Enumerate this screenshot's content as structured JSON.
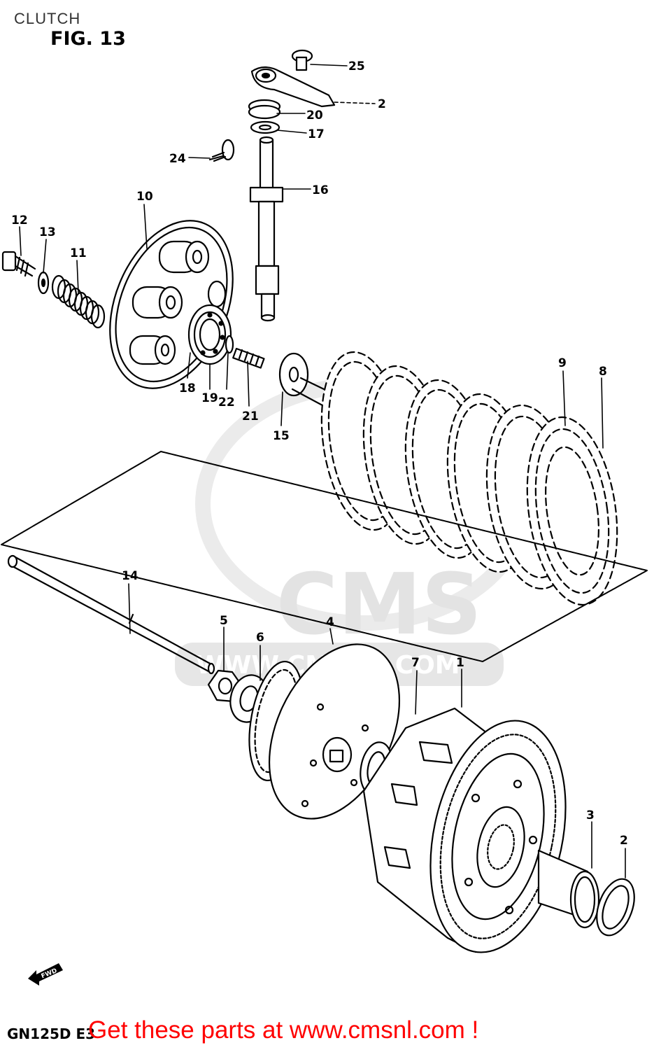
{
  "header": {
    "title": "CLUTCH",
    "figure": "FIG. 13"
  },
  "footer": {
    "model_code": "GN125D  E3",
    "promo_text": "Get these parts at www.cmsnl.com !"
  },
  "watermark": {
    "brand": "CMS",
    "url": "WWW.CMSNL.COM"
  },
  "fwd_label": "FWD",
  "callouts": {
    "p1": "1",
    "p2": "2",
    "p3": "3",
    "p4": "4",
    "p5": "5",
    "p6": "6",
    "p7": "7",
    "p8": "8",
    "p9": "9",
    "p10": "10",
    "p11": "11",
    "p12": "12",
    "p13": "13",
    "p14": "14",
    "p15": "15",
    "p16": "16",
    "p17": "17",
    "p18": "18",
    "p19": "19",
    "p20": "20",
    "p21": "21",
    "p22": "22",
    "p23": "2",
    "p24": "24",
    "p25": "25"
  },
  "colors": {
    "line": "#000000",
    "promo": "#ff0000",
    "watermark": "#e3e3e3",
    "header": "#333333"
  }
}
